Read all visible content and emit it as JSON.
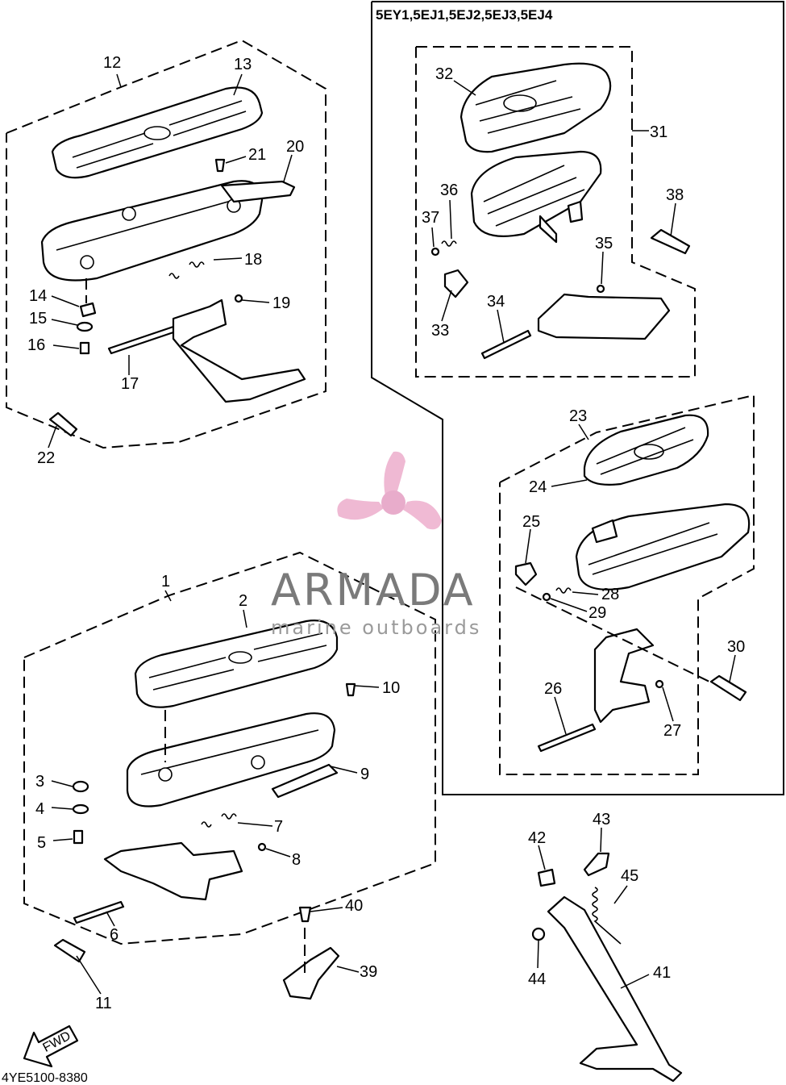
{
  "diagram": {
    "variant_header": "5EY1,5EJ1,5EJ2,5EJ3,5EJ4",
    "catalog_code": "4YE5100-8380",
    "fwd_label": "FWD",
    "labels": [
      "1",
      "2",
      "3",
      "4",
      "5",
      "6",
      "7",
      "8",
      "9",
      "10",
      "11",
      "12",
      "13",
      "14",
      "15",
      "16",
      "17",
      "18",
      "19",
      "20",
      "21",
      "22",
      "23",
      "24",
      "25",
      "26",
      "27",
      "28",
      "29",
      "30",
      "31",
      "32",
      "33",
      "34",
      "35",
      "36",
      "37",
      "38",
      "39",
      "40",
      "41",
      "42",
      "43",
      "44",
      "45"
    ]
  },
  "watermark": {
    "brand": "ARMADA",
    "tagline": "marine outboards",
    "colors": {
      "propeller": "#eeb2cf",
      "hub": "#e6a4c6",
      "text": "#7a7a7a"
    }
  }
}
